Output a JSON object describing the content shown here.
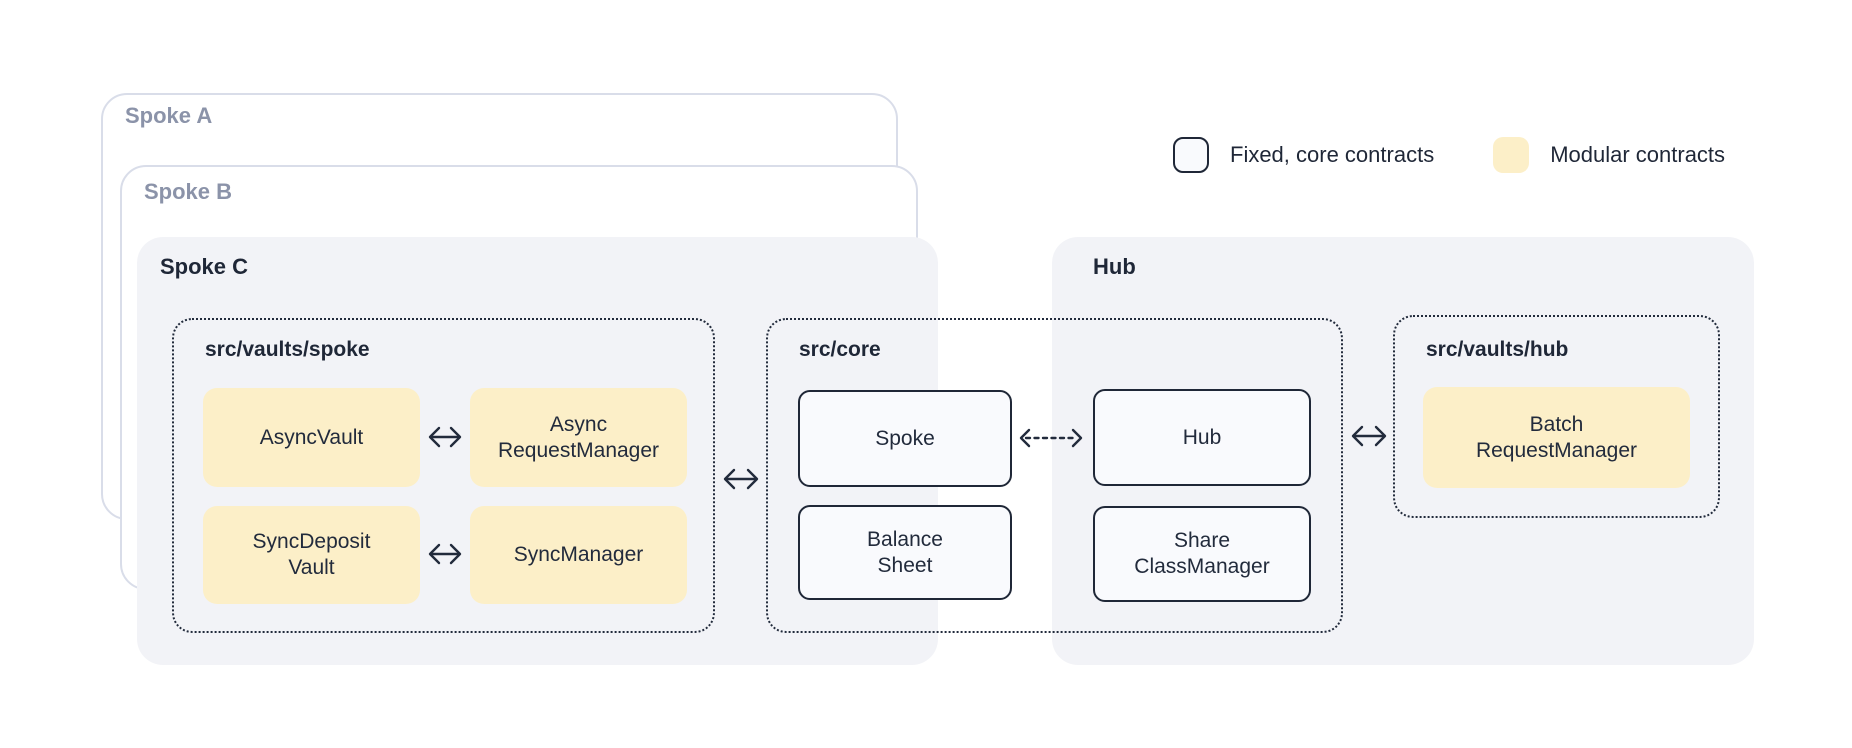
{
  "legend": {
    "fixed": {
      "label": "Fixed, core contracts",
      "swatch_fill": "#F9FAFD",
      "swatch_border": "#1F2737"
    },
    "modular": {
      "label": "Modular contracts",
      "swatch_fill": "#FCEFC8"
    }
  },
  "cards": {
    "spoke_a": {
      "label": "Spoke A"
    },
    "spoke_b": {
      "label": "Spoke B"
    },
    "spoke_c": {
      "label": "Spoke C"
    },
    "hub": {
      "label": "Hub"
    }
  },
  "groups": {
    "vaults_spoke": {
      "label": "src/vaults/spoke"
    },
    "core": {
      "label": "src/core"
    },
    "vaults_hub": {
      "label": "src/vaults/hub"
    }
  },
  "nodes": {
    "async_vault": {
      "label": "AsyncVault",
      "kind": "modular"
    },
    "async_request_manager": {
      "label": "Async\nRequestManager",
      "kind": "modular"
    },
    "sync_deposit_vault": {
      "label": "SyncDeposit\nVault",
      "kind": "modular"
    },
    "sync_manager": {
      "label": "SyncManager",
      "kind": "modular"
    },
    "spoke": {
      "label": "Spoke",
      "kind": "core"
    },
    "balance_sheet": {
      "label": "Balance\nSheet",
      "kind": "core"
    },
    "hub": {
      "label": "Hub",
      "kind": "core"
    },
    "share_class_manager": {
      "label": "Share\nClassManager",
      "kind": "core"
    },
    "batch_request_manager": {
      "label": "Batch\nRequestManager",
      "kind": "modular"
    }
  },
  "connections": [
    {
      "from": "AsyncVault",
      "to": "AsyncRequestManager",
      "style": "solid-double-arrow"
    },
    {
      "from": "SyncDepositVault",
      "to": "SyncManager",
      "style": "solid-double-arrow"
    },
    {
      "from": "src/vaults/spoke",
      "to": "src/core",
      "style": "solid-double-arrow"
    },
    {
      "from": "Spoke",
      "to": "Hub",
      "style": "dashed-double-arrow"
    },
    {
      "from": "src/core",
      "to": "src/vaults/hub",
      "style": "solid-double-arrow"
    }
  ],
  "colors": {
    "modular_fill": "#FCEFC8",
    "core_fill": "#F9FAFD",
    "dark_stroke": "#1F2737",
    "card_fill": "#F2F3F7",
    "outline_card_border": "#D9DDE9",
    "muted_label": "#8B93A9",
    "background": "#FFFFFF"
  }
}
